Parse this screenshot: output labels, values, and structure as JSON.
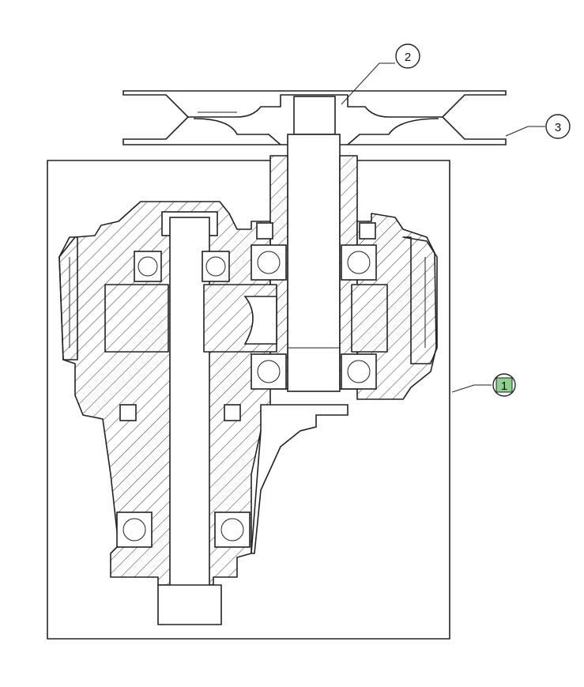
{
  "callouts": [
    {
      "id": "1",
      "label": "1",
      "highlight": "#8fd08f"
    },
    {
      "id": "2",
      "label": "2"
    },
    {
      "id": "3",
      "label": "3"
    }
  ],
  "colors": {
    "line": "#222222",
    "background": "#ffffff",
    "highlight": "#8fd08f"
  }
}
